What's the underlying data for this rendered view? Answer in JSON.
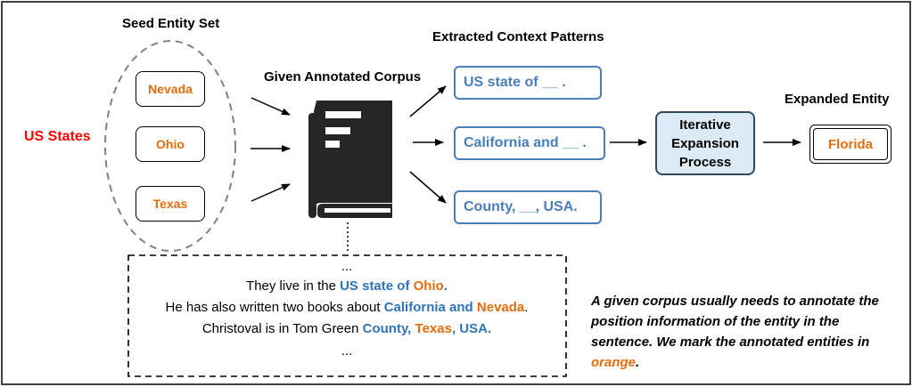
{
  "category_label": "US States",
  "seed_title": "Seed Entity Set",
  "seeds": [
    "Nevada",
    "Ohio",
    "Texas"
  ],
  "corpus_title": "Given Annotated Corpus",
  "patterns_title": "Extracted Context Patterns",
  "patterns": [
    "US state of __ .",
    "California and __ .",
    "County, __, USA."
  ],
  "process_lines": [
    "Iterative",
    "Expansion",
    "Process"
  ],
  "expanded_title": "Expanded Entity",
  "expanded_entity": "Florida",
  "corpus_text": {
    "ellipsis_top": "...",
    "s1": {
      "pre": "They live in the ",
      "blue": "US state of ",
      "orange": "Ohio",
      "end": "."
    },
    "s2": {
      "pre": "He has also written two books about ",
      "blue1": "California",
      "blue2": " and ",
      "orange": "Nevada",
      "end": "."
    },
    "s3": {
      "pre": "Christoval is in Tom Green ",
      "blue1": "County, ",
      "orange": " Texas",
      "blue2": ", USA."
    },
    "ellipsis_bottom": "..."
  },
  "note": {
    "text": "A given corpus usually needs to annotate the position information of the entity in the sentence. We mark the annotated entities in ",
    "highlight": "orange",
    "end": "."
  },
  "colors": {
    "category": "#ff0000",
    "entity": "#e46c0a",
    "pattern": "#4a7ebb",
    "corpus_blue": "#2e75b6",
    "process_fill": "#dbeaf5"
  }
}
